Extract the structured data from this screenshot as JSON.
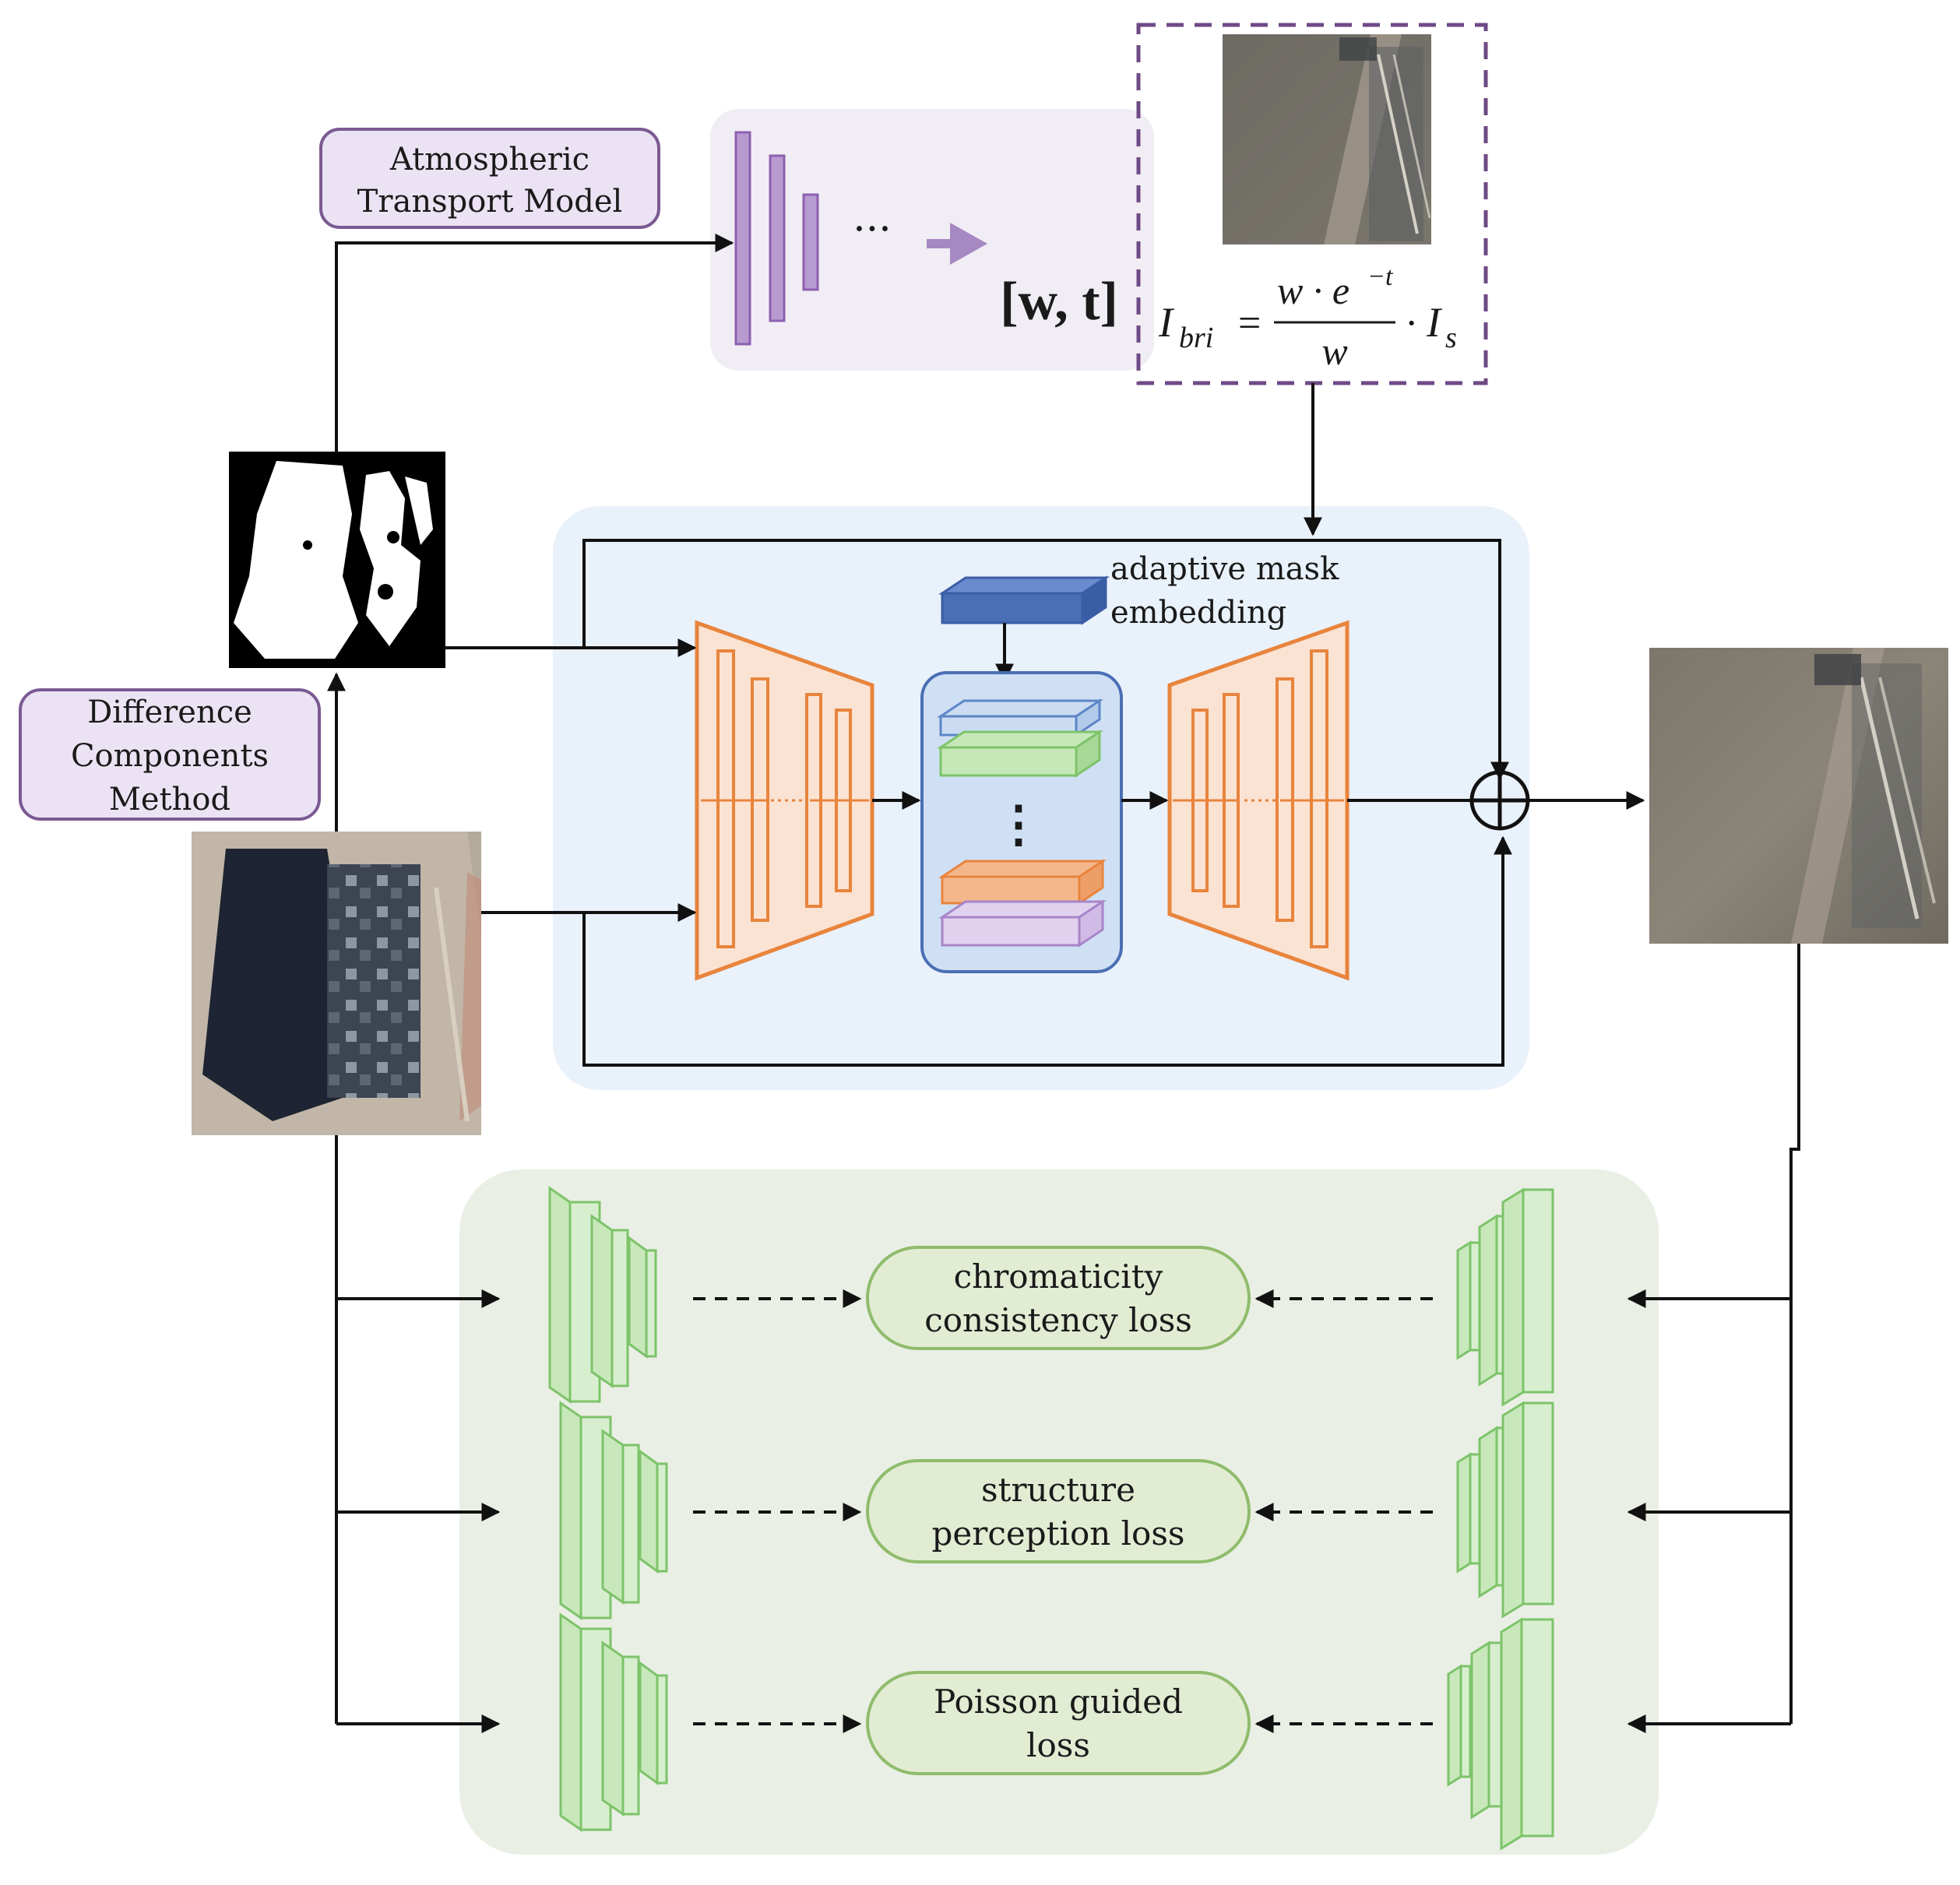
{
  "labels": {
    "atm_line1": "Atmospheric",
    "atm_line2": "Transport Model",
    "diff_line1": "Difference",
    "diff_line2": "Components",
    "diff_line3": "Method",
    "adaptive_line1": "adaptive mask",
    "adaptive_line2": "embedding",
    "ellipsis": "···",
    "vertical_dots": "⋮",
    "params": "[w, t]"
  },
  "formula": {
    "lhs_base": "I",
    "lhs_sub": "bri",
    "equals": "=",
    "num_w": "w · e",
    "num_exp": "−t",
    "den": "w",
    "rhs_dot": "·",
    "rhs_base": "I",
    "rhs_sub": "s"
  },
  "losses": {
    "chroma_line1": "chromaticity",
    "chroma_line2": "consistency loss",
    "struct_line1": "structure",
    "struct_line2": "perception loss",
    "poisson_line1": "Poisson guided",
    "poisson_line2": "loss"
  },
  "colors": {
    "purple_panel": "#f1edf5",
    "purple_bar": "#9b6bbd",
    "purple_label_fill": "#ebe3f3",
    "blue_panel": "#e9f1fa",
    "orange": "#e8843c",
    "orange_fill": "#fbe3d3",
    "green": "#7dc36a",
    "green_fill": "#d7efcf",
    "green_panel": "#e9efe4",
    "loss_fill": "#e1ecd3",
    "loss_stroke": "#8fbc6c",
    "dashed_purple": "#6e4a85",
    "dark_blue": "#4a6fb5"
  },
  "icons": {
    "plus": "circled-plus-icon",
    "arrow": "arrow-right-icon"
  }
}
